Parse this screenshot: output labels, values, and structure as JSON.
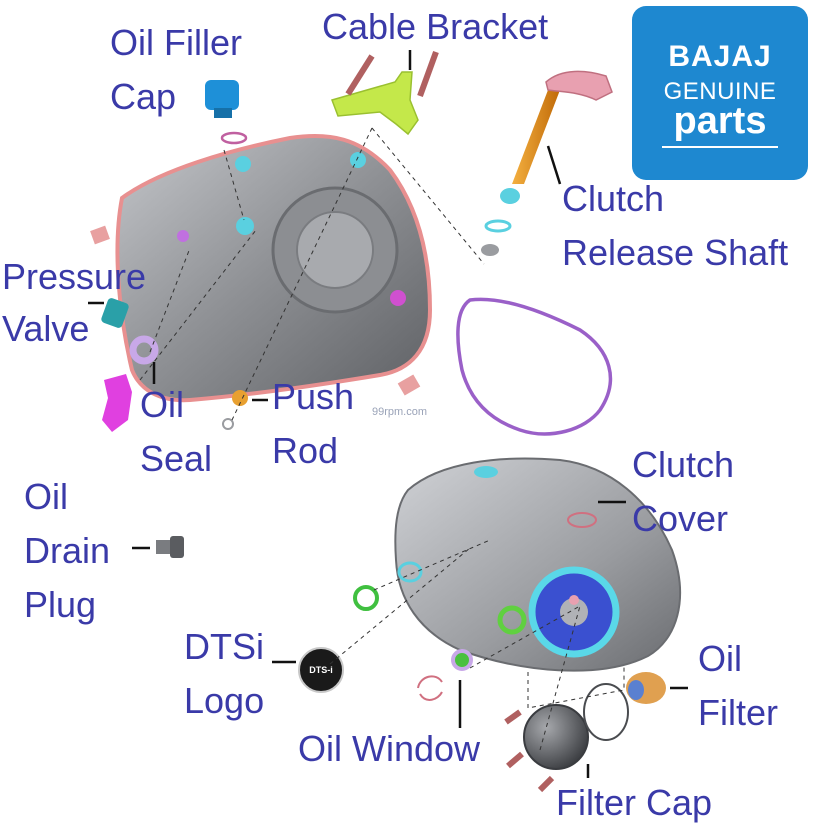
{
  "labels": {
    "oil_filler_cap": [
      "Oil Filler",
      "Cap"
    ],
    "cable_bracket": "Cable Bracket",
    "clutch_release_shaft": [
      "Clutch",
      "Release Shaft"
    ],
    "pressure_valve": [
      "Pressure",
      "Valve"
    ],
    "oil_seal": [
      "Oil",
      "Seal"
    ],
    "push_rod": [
      "Push",
      "Rod"
    ],
    "oil_drain_plug": [
      "Oil",
      "Drain",
      "Plug"
    ],
    "clutch_cover": [
      "Clutch",
      "Cover"
    ],
    "dtsi_logo": [
      "DTSi",
      "Logo"
    ],
    "oil_window": "Oil Window",
    "oil_filter": [
      "Oil",
      "Filter"
    ],
    "filter_cap": "Filter Cap"
  },
  "brand": {
    "name": "BAJAJ",
    "line1": "GENUINE",
    "line2": "parts",
    "watermark": "99rpm.com",
    "emblem_text": "DTS-i"
  },
  "colors": {
    "label": "#3a3aa8",
    "brand_blue": "#1e88d0",
    "gasket_pink": "#e89090",
    "gasket_purple": "#9a60c8",
    "bracket_green": "#c4e84a",
    "shaft_orange": "#e0901a",
    "filler_cap_blue": "#1e90d8",
    "cover_gray": "#9a9ca0"
  }
}
